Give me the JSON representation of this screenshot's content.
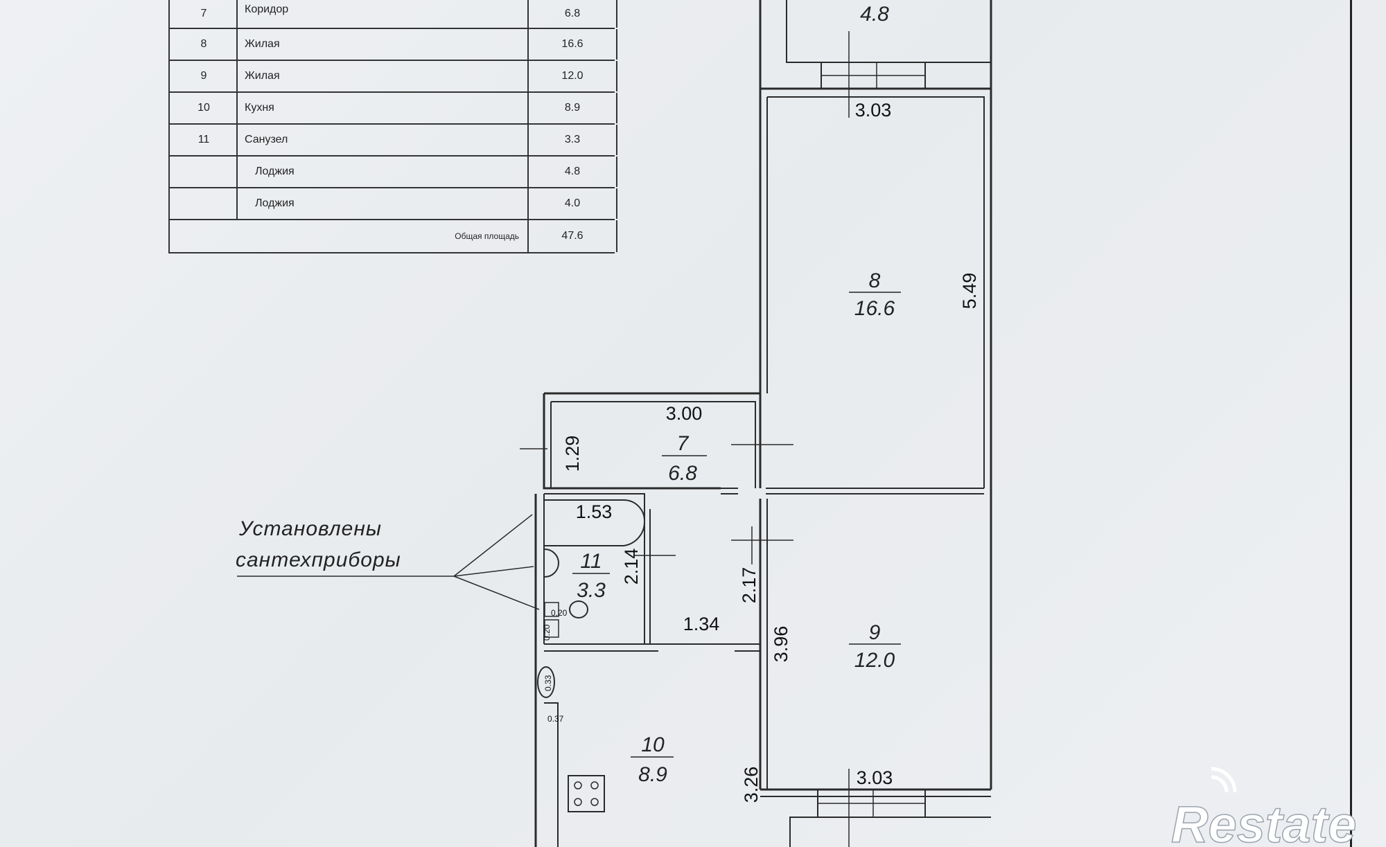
{
  "table": {
    "rows": [
      {
        "num": "7",
        "name": "Коридор",
        "area": "6.8"
      },
      {
        "num": "8",
        "name": "Жилая",
        "area": "16.6"
      },
      {
        "num": "9",
        "name": "Жилая",
        "area": "12.0"
      },
      {
        "num": "10",
        "name": "Кухня",
        "area": "8.9"
      },
      {
        "num": "11",
        "name": "Санузел",
        "area": "3.3"
      },
      {
        "num": "",
        "name": "Лоджия",
        "area": "4.8"
      },
      {
        "num": "",
        "name": "Лоджия",
        "area": "4.0"
      }
    ],
    "total_label": "Общая площадь",
    "total_value": "47.6"
  },
  "plan": {
    "rooms": {
      "loggia_top": {
        "area": "4.8"
      },
      "r8": {
        "num": "8",
        "area": "16.6"
      },
      "r7": {
        "num": "7",
        "area": "6.8"
      },
      "r9": {
        "num": "9",
        "area": "12.0"
      },
      "r11": {
        "num": "11",
        "area": "3.3"
      },
      "r10": {
        "num": "10",
        "area": "8.9"
      }
    },
    "dimensions": {
      "top_width": "3.03",
      "r8_height": "5.49",
      "corridor_width": "3.00",
      "corridor_height": "1.29",
      "bath_width": "1.53",
      "bath_height": "2.14",
      "hall_height": "2.17",
      "hall_width": "1.34",
      "r9_height": "3.96",
      "kitchen_height": "3.26",
      "bottom_width": "3.03",
      "small_1": "0.20",
      "small_2": "0.20",
      "small_3": "0.37",
      "riser": "0.33"
    },
    "note": {
      "line1": "Установлены",
      "line2": "сантехприборы"
    }
  },
  "logo": {
    "text": "Restate"
  }
}
